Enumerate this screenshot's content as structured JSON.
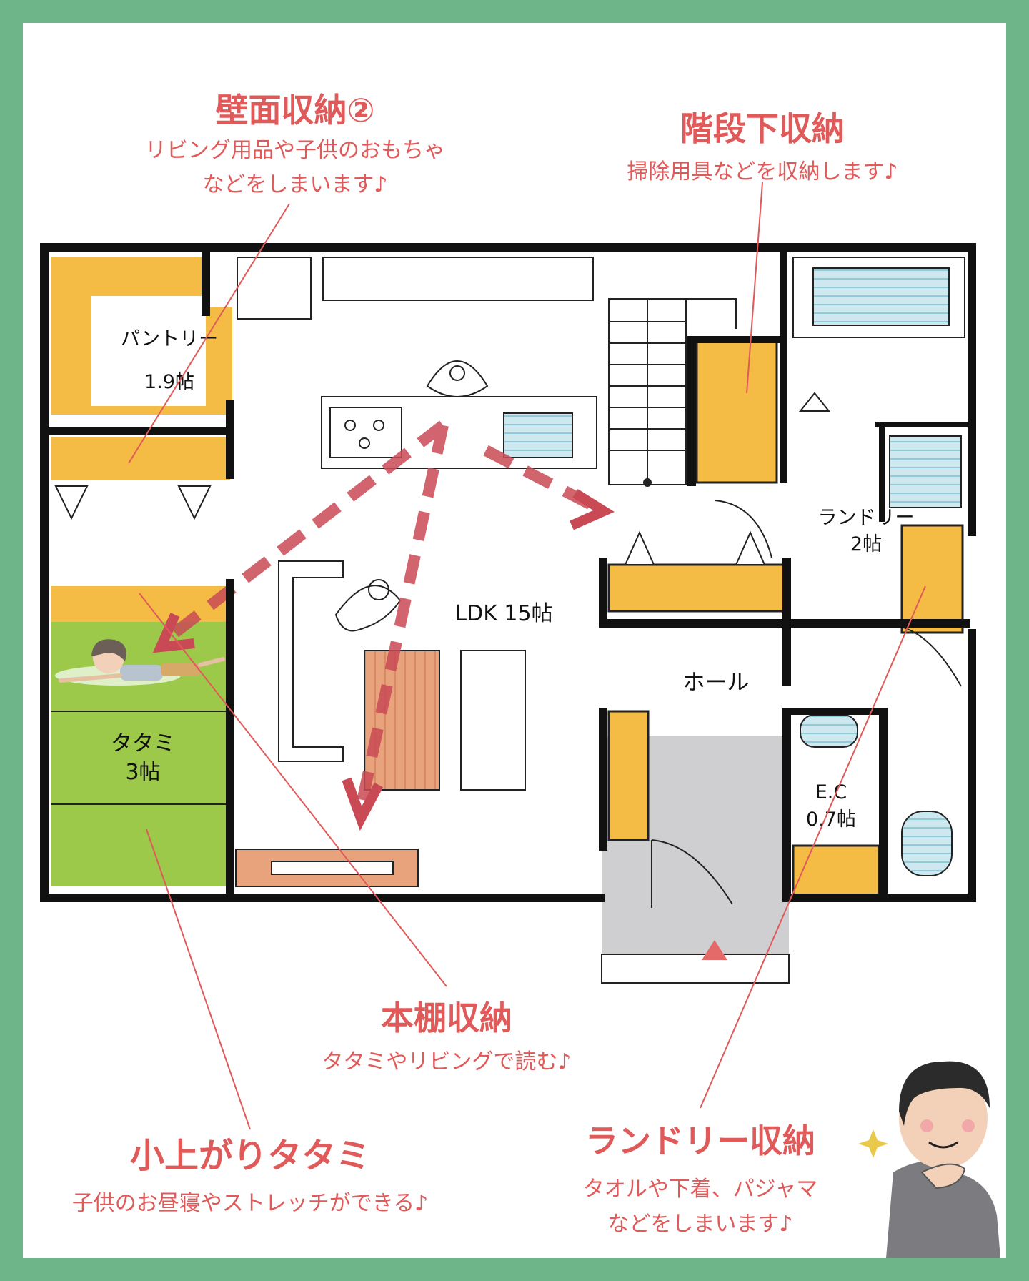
{
  "colors": {
    "frame": "#6fb58a",
    "accent_red": "#e05a5a",
    "storage_yellow": "#f4bc45",
    "tatami_green": "#9cc94a",
    "water_blue": "#a9d9e3",
    "entrance_gray": "#cfcfd2",
    "wood": "#e8a37c"
  },
  "callouts": [
    {
      "id": "wall-storage",
      "title": "壁面収納②",
      "lines": [
        "リビング用品や子供のおもちゃ",
        "などをしまいます♪"
      ]
    },
    {
      "id": "under-stairs",
      "title": "階段下収納",
      "lines": [
        "掃除用具などを収納します♪"
      ]
    },
    {
      "id": "bookshelf",
      "title": "本棚収納",
      "lines": [
        "タタミやリビングで読む♪"
      ]
    },
    {
      "id": "tatami",
      "title": "小上がりタタミ",
      "lines": [
        "子供のお昼寝やストレッチができる♪"
      ]
    },
    {
      "id": "laundry-storage",
      "title": "ランドリー収納",
      "lines": [
        "タオルや下着、パジャマ",
        "などをしまいます♪"
      ]
    }
  ],
  "rooms": {
    "pantry": [
      "パントリー",
      "1.9帖"
    ],
    "ldk": [
      "LDK 15帖"
    ],
    "laundry": [
      "ランドリー",
      "2帖"
    ],
    "hall": [
      "ホール"
    ],
    "tatami": [
      "タタミ",
      "3帖"
    ],
    "ec": [
      "E.C",
      "0.7帖"
    ]
  }
}
